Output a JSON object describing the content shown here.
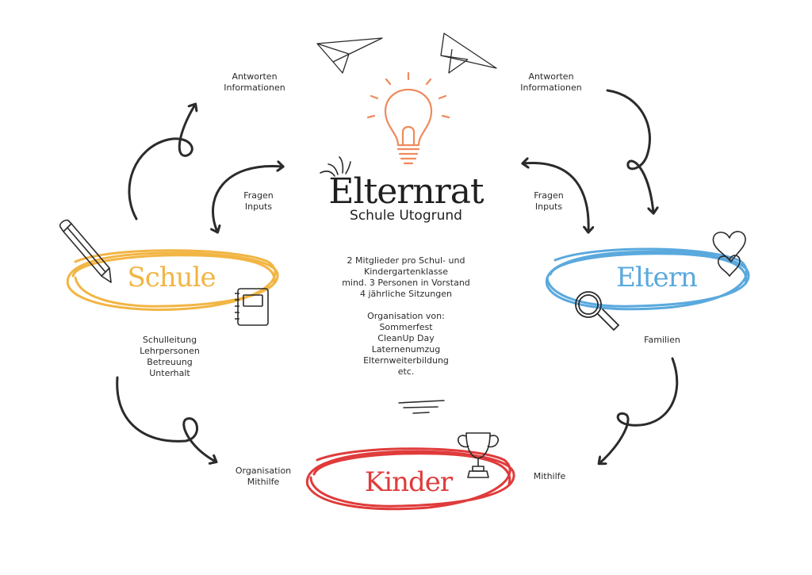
{
  "title": "Elternrat",
  "subtitle": "Schule Utogrund",
  "colors": {
    "schule": "#f2b544",
    "eltern": "#5aa9dd",
    "kinder": "#e03b3b",
    "bulb": "#ee8b5d",
    "ink": "#2b2b2b"
  },
  "nodes": {
    "schule": "Schule",
    "eltern": "Eltern",
    "kinder": "Kinder"
  },
  "labels": {
    "top_left": [
      "Antworten",
      "Informationen"
    ],
    "top_right": [
      "Antworten",
      "Informationen"
    ],
    "fragen_left": [
      "Fragen",
      "Inputs"
    ],
    "fragen_right": [
      "Fragen",
      "Inputs"
    ],
    "schule_roles": [
      "Schulleitung",
      "Lehrpersonen",
      "Betreuung",
      "Unterhalt"
    ],
    "familien": "Familien",
    "organisation": [
      "Organisation",
      "Mithilfe"
    ],
    "mithilfe": "Mithilfe"
  },
  "center": {
    "facts": [
      "2 Mitglieder pro Schul- und",
      "Kindergartenklasse",
      "mind. 3 Personen in Vorstand",
      "4 jährliche Sitzungen"
    ],
    "org_heading": "Organisation von:",
    "org_items": [
      "Sommerfest",
      "CleanUp Day",
      "Laternenumzug",
      "Elternweiterbildung",
      "etc."
    ]
  },
  "icons": [
    "paper-plane-icon",
    "lightbulb-icon",
    "pencil-icon",
    "notebook-icon",
    "hearts-icon",
    "magnifier-icon",
    "trophy-icon"
  ]
}
